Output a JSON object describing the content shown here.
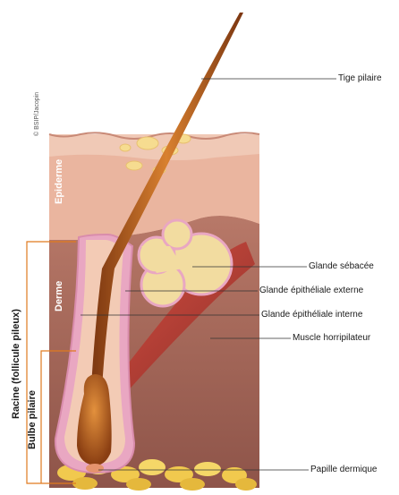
{
  "credit": "© BSIP/Jacopin",
  "layers": {
    "epidermis": "Epiderme",
    "dermis": "Derme"
  },
  "brackets": {
    "root": "Racine (follicule pileux)",
    "bulb": "Bulbe pilaire"
  },
  "callouts": [
    "Tige pilaire",
    "Glande sébacée",
    "Glande épithéliale externe",
    "Glande épithéliale interne",
    "Muscle horripilateur",
    "Papille dermique"
  ],
  "colors": {
    "skin_outer": "#f0c9b6",
    "skin_mid": "#e2a98f",
    "dermis": "#a86b5c",
    "dermis_dark": "#8e5449",
    "hair": "#a24b14",
    "hair_light": "#d8802f",
    "sebaceous": "#f2dca0",
    "fat": "#f1c94e",
    "follicle_edge": "#e9a7c2",
    "bracket": "#e07a1f"
  }
}
